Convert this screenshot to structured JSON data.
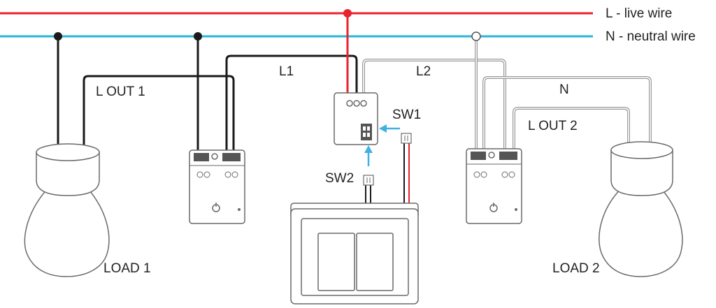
{
  "legend": {
    "live": "L - live wire",
    "neutral": "N - neutral wire"
  },
  "wires": {
    "l1": "L1",
    "l2": "L2",
    "n": "N",
    "lout1": "L OUT 1",
    "lout2": "L OUT 2"
  },
  "switches": {
    "sw1": "SW1",
    "sw2": "SW2"
  },
  "loads": {
    "load1": "LOAD 1",
    "load2": "LOAD 2"
  },
  "colors": {
    "live": "#e8222e",
    "neutral": "#2bb3d9",
    "wire_dark": "#1a1a1a",
    "wire_grey": "#9a9a9a",
    "arrow": "#3fb0e3",
    "outline": "#6a6a6a"
  }
}
